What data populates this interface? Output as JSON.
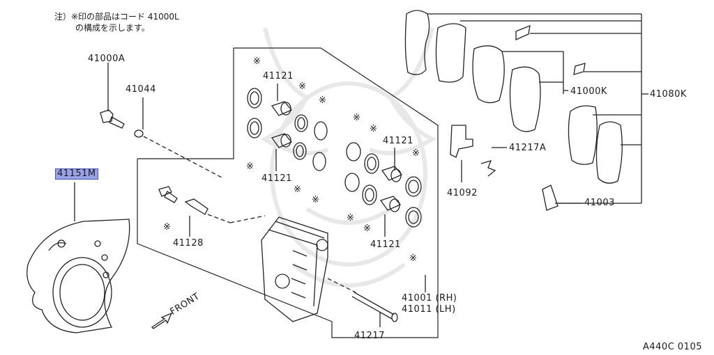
{
  "note": {
    "line1": "注）※印の部品はコード 41000L",
    "line2": "の構成を示します。"
  },
  "asterisk": "※",
  "highlight_color": "#9aa2e6",
  "parts": {
    "p41000A": "41000A",
    "p41044": "41044",
    "p41151M": "41151M",
    "p41128": "41128",
    "p41121_a": "41121",
    "p41121_b": "41121",
    "p41121_c": "41121",
    "p41121_d": "41121",
    "p41000K": "41000K",
    "p41080K": "41080K",
    "p41217A": "41217A",
    "p41092": "41092",
    "p41003": "41003",
    "p41001": "41001 (RH)",
    "p41011": "41011 (LH)",
    "p41217": "41217"
  },
  "front_label": "FRONT",
  "figure_code": "A440C 0105"
}
